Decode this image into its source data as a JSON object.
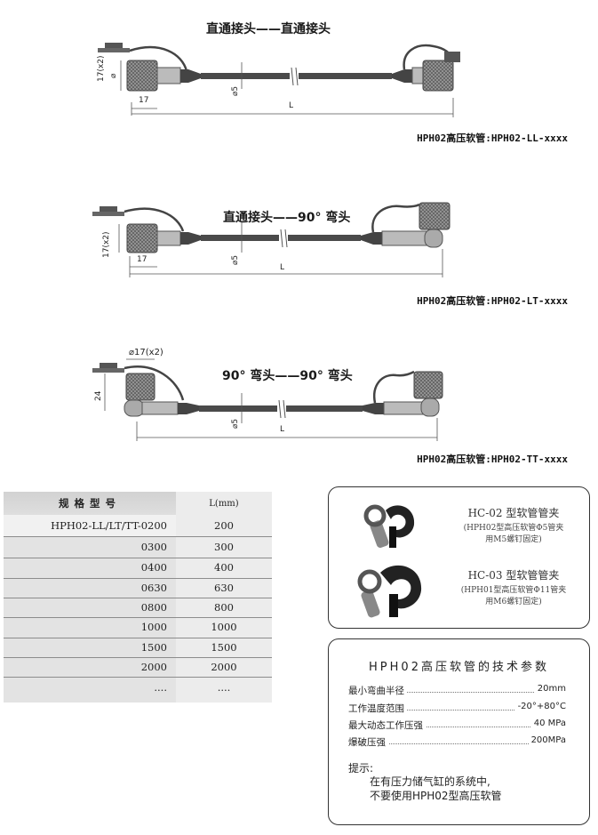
{
  "diagrams": [
    {
      "title": "直通接头——直通接头",
      "caption": "HPH02高压软管:HPH02-LL-xxxx",
      "dim_height": "17(x2)",
      "dim_width": "17",
      "dim_tube": "⌀5",
      "dim_diameter": "⌀",
      "dim_length": "L",
      "left_end": "straight",
      "right_end": "straight"
    },
    {
      "title": "直通接头——90° 弯头",
      "caption": "HPH02高压软管:HPH02-LT-xxxx",
      "dim_height": "17(x2)",
      "dim_width": "17",
      "dim_tube": "⌀5",
      "dim_length": "L",
      "left_end": "straight",
      "right_end": "elbow"
    },
    {
      "title": "90° 弯头——90° 弯头",
      "caption": "HPH02高压软管:HPH02-TT-xxxx",
      "dim_diameter": "⌀17(x2)",
      "dim_height": "24",
      "dim_tube": "⌀5",
      "dim_length": "L",
      "left_end": "elbow",
      "right_end": "elbow"
    }
  ],
  "spec_table": {
    "header_model": "规格型号",
    "header_length": "L(mm)",
    "rows": [
      {
        "model": "HPH02-LL/LT/TT-0200",
        "length": "200"
      },
      {
        "model": "0300",
        "length": "300"
      },
      {
        "model": "0400",
        "length": "400"
      },
      {
        "model": "0630",
        "length": "630"
      },
      {
        "model": "0800",
        "length": "800"
      },
      {
        "model": "1000",
        "length": "1000"
      },
      {
        "model": "1500",
        "length": "1500"
      },
      {
        "model": "2000",
        "length": "2000"
      },
      {
        "model": "....",
        "length": "...."
      }
    ]
  },
  "clips": [
    {
      "title": "HC-02 型软管管夹",
      "note_line1": "(HPH02型高压软管Φ5管夹",
      "note_line2": "用M5螺钉固定)"
    },
    {
      "title": "HC-03 型软管管夹",
      "note_line1": "(HPH01型高压软管Φ11管夹",
      "note_line2": "用M6螺钉固定)"
    }
  ],
  "tech_params": {
    "title": "HPH02高压软管的技术参数",
    "items": [
      {
        "label": "最小弯曲半径",
        "value": "20mm"
      },
      {
        "label": "工作温度范围",
        "value": "-20°+80°C"
      },
      {
        "label": "最大动态工作压强",
        "value": "40 MPa"
      },
      {
        "label": "爆破压强",
        "value": "200MPa"
      }
    ],
    "tip_label": "提示:",
    "tip_line1": "在有压力储气缸的系统中,",
    "tip_line2": "不要使用HPH02型高压软管"
  },
  "colors": {
    "hose": "#4a4a4a",
    "knurl": "#8a8a8a",
    "table_bg": "#e3e3e3",
    "border": "#333333"
  }
}
